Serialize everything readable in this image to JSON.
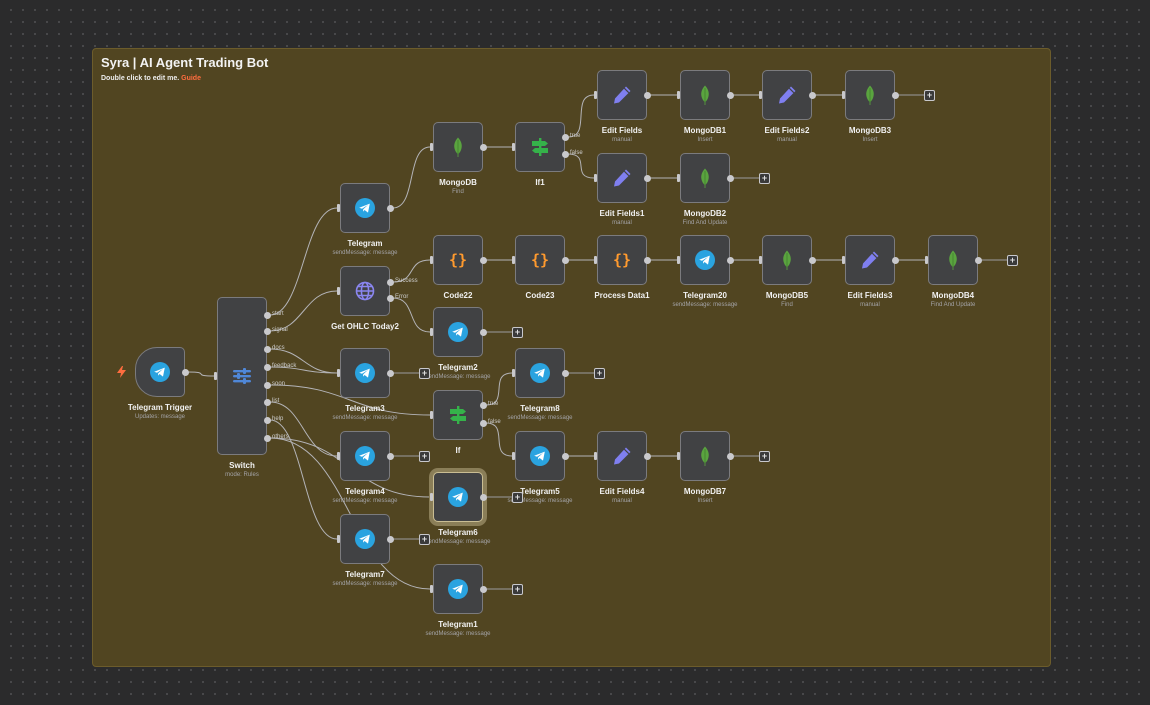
{
  "sticky": {
    "title": "Syra | AI Agent Trading Bot",
    "subtitle": "Double click to edit me.",
    "guide_link": "Guide"
  },
  "colors": {
    "canvas_bg": "#2b2b2c",
    "sticky_bg": "#514521",
    "node_bg": "#414244",
    "telegram": "#2aa3e0",
    "mongodb": "#5aa43f",
    "edit_fields": "#7f7ff0",
    "code": "#ff9a2e",
    "if": "#35b24a",
    "switch": "#4f87d8",
    "http": "#8a86f0",
    "guide": "#ff6d3f"
  },
  "nodes": {
    "telegram_trigger": {
      "label": "Telegram Trigger",
      "sub": "Updates: message",
      "icon": "telegram-icon"
    },
    "switch": {
      "label": "Switch",
      "sub": "mode: Rules",
      "icon": "switch-icon",
      "outputs": [
        "start",
        "signal",
        "docs",
        "feedback",
        "soon",
        "list",
        "help",
        "others"
      ]
    },
    "telegram": {
      "label": "Telegram",
      "sub": "sendMessage: message",
      "icon": "telegram-icon"
    },
    "mongodb": {
      "label": "MongoDB",
      "sub": "Find",
      "icon": "mongodb-icon"
    },
    "if1": {
      "label": "If1",
      "sub": "",
      "icon": "if-icon",
      "outputs": [
        "true",
        "false"
      ]
    },
    "edit_fields": {
      "label": "Edit Fields",
      "sub": "manual",
      "icon": "pencil-icon"
    },
    "mongodb1": {
      "label": "MongoDB1",
      "sub": "Insert",
      "icon": "mongodb-icon"
    },
    "edit_fields2": {
      "label": "Edit Fields2",
      "sub": "manual",
      "icon": "pencil-icon"
    },
    "mongodb3": {
      "label": "MongoDB3",
      "sub": "Insert",
      "icon": "mongodb-icon"
    },
    "edit_fields1": {
      "label": "Edit Fields1",
      "sub": "manual",
      "icon": "pencil-icon"
    },
    "mongodb2": {
      "label": "MongoDB2",
      "sub": "Find And Update",
      "icon": "mongodb-icon"
    },
    "get_ohlc": {
      "label": "Get OHLC Today2",
      "sub": "",
      "icon": "globe-icon",
      "outputs": [
        "Success",
        "Error"
      ]
    },
    "code22": {
      "label": "Code22",
      "sub": "",
      "icon": "code-icon"
    },
    "code23": {
      "label": "Code23",
      "sub": "",
      "icon": "code-icon"
    },
    "process_data1": {
      "label": "Process Data1",
      "sub": "",
      "icon": "code-icon"
    },
    "telegram20": {
      "label": "Telegram20",
      "sub": "sendMessage: message",
      "icon": "telegram-icon"
    },
    "mongodb5": {
      "label": "MongoDB5",
      "sub": "Find",
      "icon": "mongodb-icon"
    },
    "edit_fields3": {
      "label": "Edit Fields3",
      "sub": "manual",
      "icon": "pencil-icon"
    },
    "mongodb4": {
      "label": "MongoDB4",
      "sub": "Find And Update",
      "icon": "mongodb-icon"
    },
    "telegram2": {
      "label": "Telegram2",
      "sub": "sendMessage: message",
      "icon": "telegram-icon"
    },
    "telegram3": {
      "label": "Telegram3",
      "sub": "sendMessage: message",
      "icon": "telegram-icon"
    },
    "if": {
      "label": "If",
      "sub": "",
      "icon": "if-icon",
      "outputs": [
        "true",
        "false"
      ]
    },
    "telegram8": {
      "label": "Telegram8",
      "sub": "sendMessage: message",
      "icon": "telegram-icon"
    },
    "telegram5": {
      "label": "Telegram5",
      "sub": "sendMessage: message",
      "icon": "telegram-icon"
    },
    "edit_fields4": {
      "label": "Edit Fields4",
      "sub": "manual",
      "icon": "pencil-icon"
    },
    "mongodb7": {
      "label": "MongoDB7",
      "sub": "Insert",
      "icon": "mongodb-icon"
    },
    "telegram4": {
      "label": "Telegram4",
      "sub": "sendMessage: message",
      "icon": "telegram-icon"
    },
    "telegram6": {
      "label": "Telegram6",
      "sub": "sendMessage: message",
      "icon": "telegram-icon"
    },
    "telegram7": {
      "label": "Telegram7",
      "sub": "sendMessage: message",
      "icon": "telegram-icon"
    },
    "telegram1": {
      "label": "Telegram1",
      "sub": "sendMessage: message",
      "icon": "telegram-icon"
    }
  }
}
